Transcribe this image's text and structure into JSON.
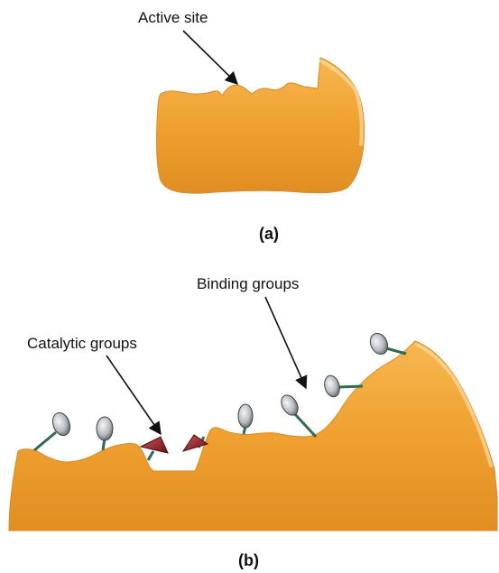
{
  "panel_a": {
    "annotation": "Active site",
    "caption": "(a)"
  },
  "panel_b": {
    "binding_label": "Binding groups",
    "catalytic_label": "Catalytic groups",
    "caption": "(b)"
  },
  "colors": {
    "enzyme_fill": "#F0A030",
    "enzyme_edge": "#C8781E",
    "enzyme_highlight": "#F9D08C",
    "binding_group": "#B8BCC0",
    "catalytic_group": "#8E1F22",
    "stalk": "#2E6B4F",
    "arrow": "#111111"
  }
}
